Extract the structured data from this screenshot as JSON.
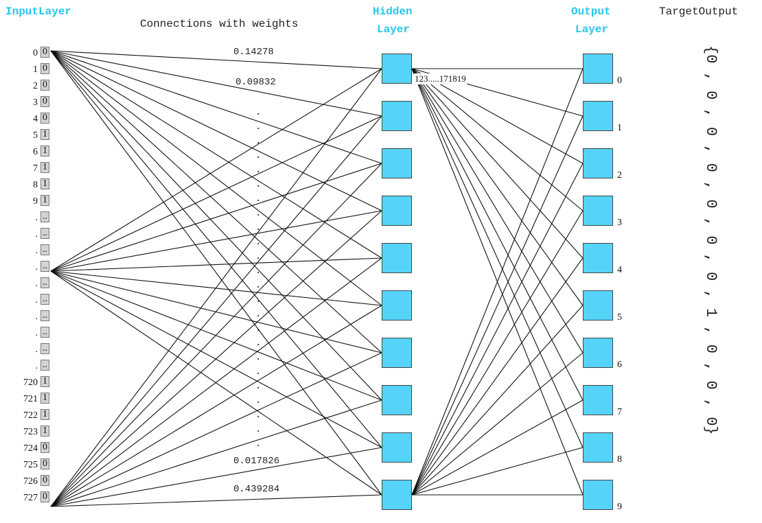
{
  "headers": {
    "input": "InputLayer",
    "connections": "Connections with weights",
    "hidden_line1": "Hidden",
    "hidden_line2": "Layer",
    "output_line1": "Output",
    "output_line2": "Layer",
    "target": "TargetOutput"
  },
  "input_nodes": [
    {
      "index": "0",
      "value": "0"
    },
    {
      "index": "1",
      "value": "0"
    },
    {
      "index": "2",
      "value": "0"
    },
    {
      "index": "3",
      "value": "0"
    },
    {
      "index": "4",
      "value": "0"
    },
    {
      "index": "5",
      "value": "1"
    },
    {
      "index": "6",
      "value": "1"
    },
    {
      "index": "7",
      "value": "1"
    },
    {
      "index": "8",
      "value": "1"
    },
    {
      "index": "9",
      "value": "1"
    },
    {
      "index": ".",
      "value": ".."
    },
    {
      "index": ".",
      "value": ".."
    },
    {
      "index": ".",
      "value": ".."
    },
    {
      "index": ".",
      "value": ".."
    },
    {
      "index": ".",
      "value": ".."
    },
    {
      "index": ".",
      "value": ".."
    },
    {
      "index": ".",
      "value": ".."
    },
    {
      "index": ".",
      "value": ".."
    },
    {
      "index": ".",
      "value": ".."
    },
    {
      "index": ".",
      "value": ".."
    },
    {
      "index": "720",
      "value": "1"
    },
    {
      "index": "721",
      "value": "1"
    },
    {
      "index": "722",
      "value": "1"
    },
    {
      "index": "723",
      "value": "1"
    },
    {
      "index": "724",
      "value": "0"
    },
    {
      "index": "725",
      "value": "0"
    },
    {
      "index": "726",
      "value": "0"
    },
    {
      "index": "727",
      "value": "0"
    }
  ],
  "weights": {
    "top1": "0.14278",
    "top2": "0.09832",
    "bottom1": "0.017826",
    "bottom2": "0.439284",
    "hidden_output": "123.....171819"
  },
  "output_labels": [
    "0",
    "1",
    "2",
    "3",
    "4",
    "5",
    "6",
    "7",
    "8",
    "9"
  ],
  "target_output": "{0 , 0 , 0 , 0 , 0 , 0 , 0 , 1 , 0 , 0 , 0}",
  "colors": {
    "node_fill": "#55d3f8",
    "header": "#26c6f0"
  }
}
